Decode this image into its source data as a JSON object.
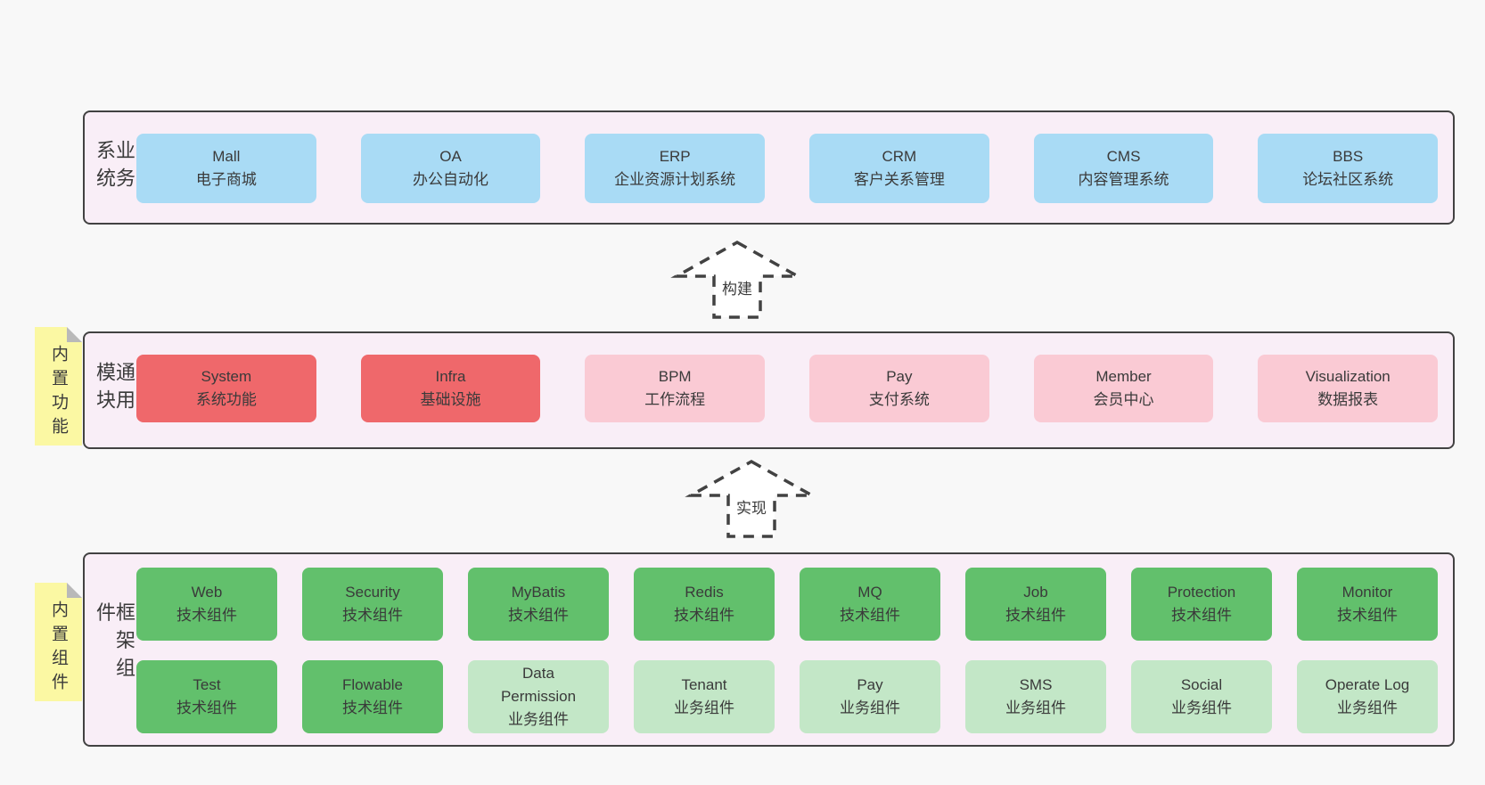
{
  "diagram": {
    "bands": [
      {
        "label": "业务系统",
        "boxes": [
          {
            "title": "Mall",
            "subtitle": "电子商城",
            "variant": "blue"
          },
          {
            "title": "OA",
            "subtitle": "办公自动化",
            "variant": "blue"
          },
          {
            "title": "ERP",
            "subtitle": "企业资源计划系统",
            "variant": "blue"
          },
          {
            "title": "CRM",
            "subtitle": "客户关系管理",
            "variant": "blue"
          },
          {
            "title": "CMS",
            "subtitle": "内容管理系统",
            "variant": "blue"
          },
          {
            "title": "BBS",
            "subtitle": "论坛社区系统",
            "variant": "blue"
          }
        ]
      },
      {
        "label": "通用模块",
        "sticky_note": "内置功能",
        "boxes": [
          {
            "title": "System",
            "subtitle": "系统功能",
            "variant": "red"
          },
          {
            "title": "Infra",
            "subtitle": "基础设施",
            "variant": "red"
          },
          {
            "title": "BPM",
            "subtitle": "工作流程",
            "variant": "pink"
          },
          {
            "title": "Pay",
            "subtitle": "支付系统",
            "variant": "pink"
          },
          {
            "title": "Member",
            "subtitle": "会员中心",
            "variant": "pink"
          },
          {
            "title": "Visualization",
            "subtitle": "数据报表",
            "variant": "pink"
          }
        ]
      },
      {
        "label": "框架组件",
        "sticky_note": "内置组件",
        "rows": [
          [
            {
              "title": "Web",
              "subtitle": "技术组件",
              "variant": "green"
            },
            {
              "title": "Security",
              "subtitle": "技术组件",
              "variant": "green"
            },
            {
              "title": "MyBatis",
              "subtitle": "技术组件",
              "variant": "green"
            },
            {
              "title": "Redis",
              "subtitle": "技术组件",
              "variant": "green"
            },
            {
              "title": "MQ",
              "subtitle": "技术组件",
              "variant": "green"
            },
            {
              "title": "Job",
              "subtitle": "技术组件",
              "variant": "green"
            },
            {
              "title": "Protection",
              "subtitle": "技术组件",
              "variant": "green"
            },
            {
              "title": "Monitor",
              "subtitle": "技术组件",
              "variant": "green"
            }
          ],
          [
            {
              "title": "Test",
              "subtitle": "技术组件",
              "variant": "green"
            },
            {
              "title": "Flowable",
              "subtitle": "技术组件",
              "variant": "green"
            },
            {
              "title": "Data Permission",
              "subtitle": "业务组件",
              "variant": "green-light"
            },
            {
              "title": "Tenant",
              "subtitle": "业务组件",
              "variant": "green-light"
            },
            {
              "title": "Pay",
              "subtitle": "业务组件",
              "variant": "green-light"
            },
            {
              "title": "SMS",
              "subtitle": "业务组件",
              "variant": "green-light"
            },
            {
              "title": "Social",
              "subtitle": "业务组件",
              "variant": "green-light"
            },
            {
              "title": "Operate Log",
              "subtitle": "业务组件",
              "variant": "green-light"
            }
          ]
        ]
      }
    ],
    "arrows": [
      {
        "label": "构建"
      },
      {
        "label": "实现"
      }
    ],
    "colors": {
      "page_bg": "#f8f8f8",
      "band_bg": "#f9eef7",
      "band_border": "#424242",
      "blue": "#a9dbf5",
      "red": "#ef686b",
      "pink": "#facad4",
      "green": "#62c06c",
      "green_light": "#c3e7c7",
      "sticky": "#fbf8a3",
      "sticky_fold": "#b9b9b9",
      "text": "#3a3a3a",
      "arrow_fill": "#ffffff"
    }
  }
}
